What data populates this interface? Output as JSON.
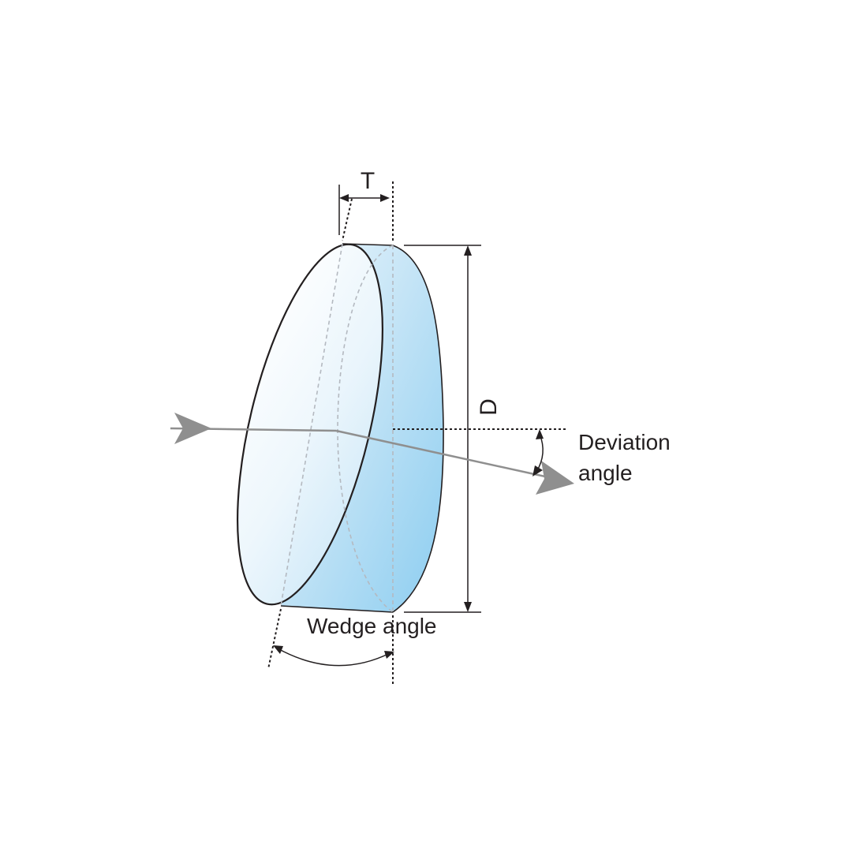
{
  "diagram": {
    "labels": {
      "thickness": "T",
      "diameter": "D",
      "deviation_line1": "Deviation",
      "deviation_line2": "angle",
      "wedge": "Wedge angle"
    },
    "colors": {
      "outline": "#231f20",
      "hidden_edge": "#b4b9c0",
      "beam": "#8f8f8f",
      "glass_light": "#ffffff",
      "glass_tint": "#c4e4f6",
      "glass_deep": "#8ccdf0"
    }
  }
}
